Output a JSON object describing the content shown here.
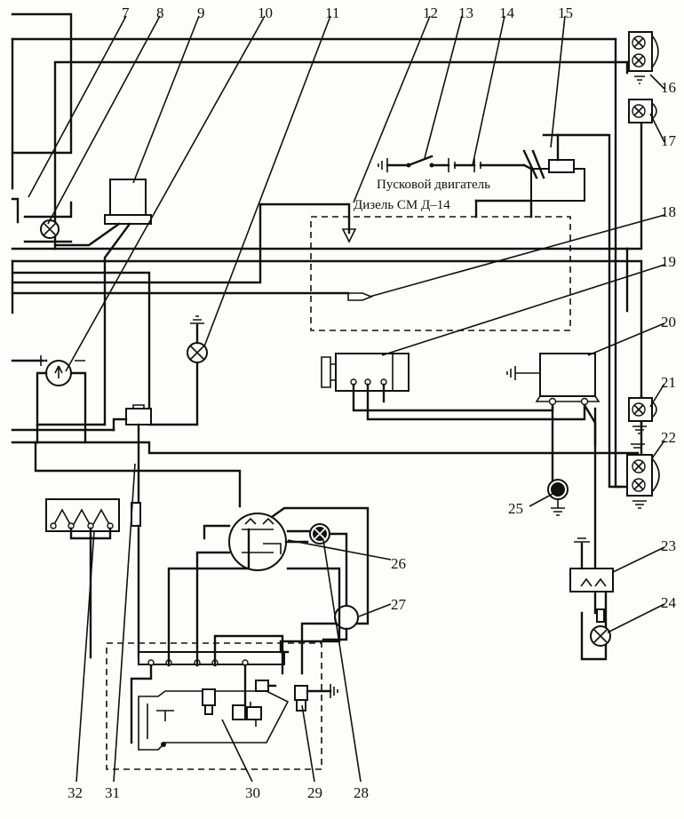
{
  "labels": {
    "starter_engine": "Пусковой двигатель",
    "diesel": "Дизель СМ Д–14"
  },
  "callouts": {
    "c7": "7",
    "c8": "8",
    "c9": "9",
    "c10": "10",
    "c11": "11",
    "c12": "12",
    "c13": "13",
    "c14": "14",
    "c15": "15",
    "c16": "16",
    "c17": "17",
    "c18": "18",
    "c19": "19",
    "c20": "20",
    "c21": "21",
    "c22": "22",
    "c23": "23",
    "c24": "24",
    "c25": "25",
    "c26": "26",
    "c27": "27",
    "c28": "28",
    "c29": "29",
    "c30": "30",
    "c31": "31",
    "c32": "32"
  }
}
